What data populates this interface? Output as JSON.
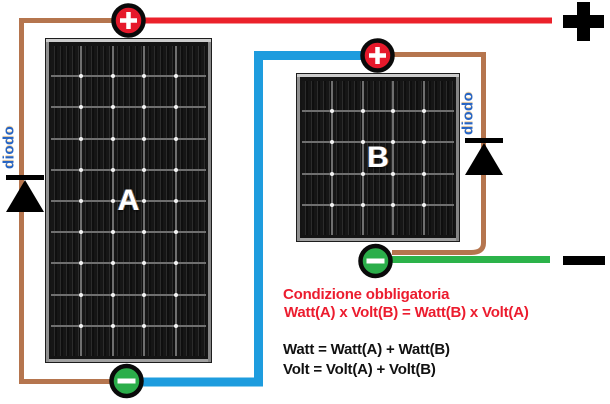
{
  "diagram": {
    "panel_a": {
      "label": "A",
      "cols": 5,
      "rows": 10
    },
    "panel_b": {
      "label": "B",
      "cols": 5,
      "rows": 5
    },
    "diode_a": {
      "label": "diodo"
    },
    "diode_b": {
      "label": "diodo"
    },
    "bus": {
      "plus_symbol": "+",
      "minus_symbol": "−"
    },
    "terminals": {
      "plus_symbol": "+",
      "minus_symbol": "−"
    },
    "colors": {
      "red_wire": "#EB212B",
      "blue_wire": "#1E9CDE",
      "brown_wire": "#B5754E",
      "green_wire": "#2CB34A",
      "plus_terminal": "#E6192B",
      "minus_terminal": "#2BAE4A",
      "diode_label": "#2765C4",
      "note_red": "#EC1C2E"
    }
  },
  "notes": {
    "condition_title": "Condizione obbligatoria",
    "condition_formula": "Watt(A) x Volt(B) = Watt(B) x Volt(A)",
    "watt_formula": "Watt = Watt(A) + Watt(B)",
    "volt_formula": "Volt = Volt(A) + Volt(B)"
  }
}
